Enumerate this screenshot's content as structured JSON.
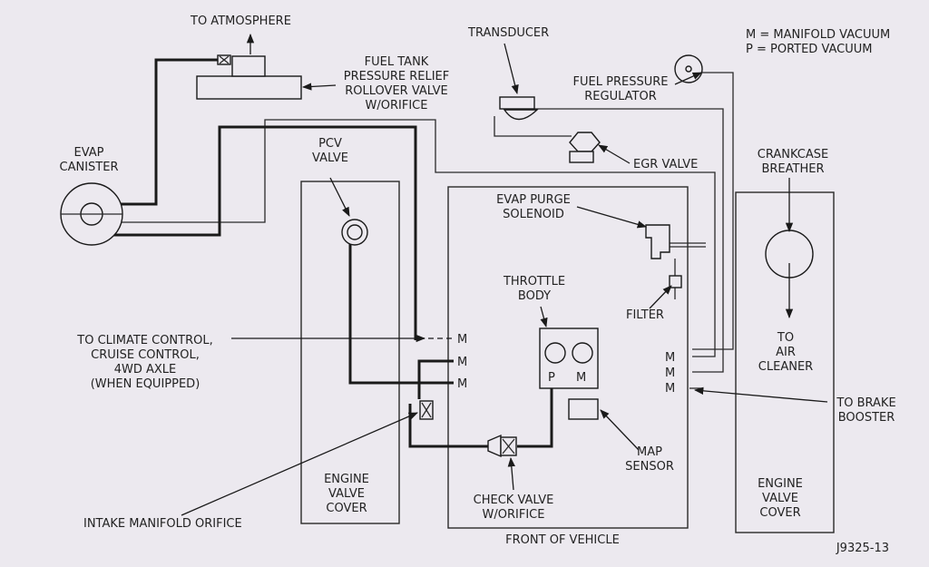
{
  "legend": {
    "line1": "M = MANIFOLD VACUUM",
    "line2": "P = PORTED VACUUM"
  },
  "labels": {
    "to_atmosphere": "TO ATMOSPHERE",
    "fuel_tank_1": "FUEL TANK",
    "fuel_tank_2": "PRESSURE RELIEF",
    "fuel_tank_3": "ROLLOVER VALVE",
    "fuel_tank_4": "W/ORIFICE",
    "transducer": "TRANSDUCER",
    "fuel_reg_1": "FUEL PRESSURE",
    "fuel_reg_2": "REGULATOR",
    "evap_canister_1": "EVAP",
    "evap_canister_2": "CANISTER",
    "pcv_1": "PCV",
    "pcv_2": "VALVE",
    "egr_valve": "EGR VALVE",
    "crankcase_1": "CRANKCASE",
    "crankcase_2": "BREATHER",
    "purge_1": "EVAP PURGE",
    "purge_2": "SOLENOID",
    "throttle_1": "THROTTLE",
    "throttle_2": "BODY",
    "filter": "FILTER",
    "climate_1": "TO CLIMATE CONTROL,",
    "climate_2": "CRUISE CONTROL,",
    "climate_3": "4WD AXLE",
    "climate_4": "(WHEN EQUIPPED)",
    "air_cleaner_1": "TO",
    "air_cleaner_2": "AIR",
    "air_cleaner_3": "CLEANER",
    "brake_1": "TO BRAKE",
    "brake_2": "BOOSTER",
    "map_1": "MAP",
    "map_2": "SENSOR",
    "evc_left_1": "ENGINE",
    "evc_left_2": "VALVE",
    "evc_left_3": "COVER",
    "evc_right_1": "ENGINE",
    "evc_right_2": "VALVE",
    "evc_right_3": "COVER",
    "check_1": "CHECK VALVE",
    "check_2": "W/ORIFICE",
    "intake_orifice": "INTAKE MANIFOLD ORIFICE",
    "front": "FRONT OF VEHICLE",
    "figure_id": "J9325-13"
  },
  "port_markers": {
    "left_1": "M",
    "left_2": "M",
    "left_3": "M",
    "right_1": "M",
    "right_2": "M",
    "right_3": "M",
    "throttle_p": "P",
    "throttle_m": "M"
  }
}
